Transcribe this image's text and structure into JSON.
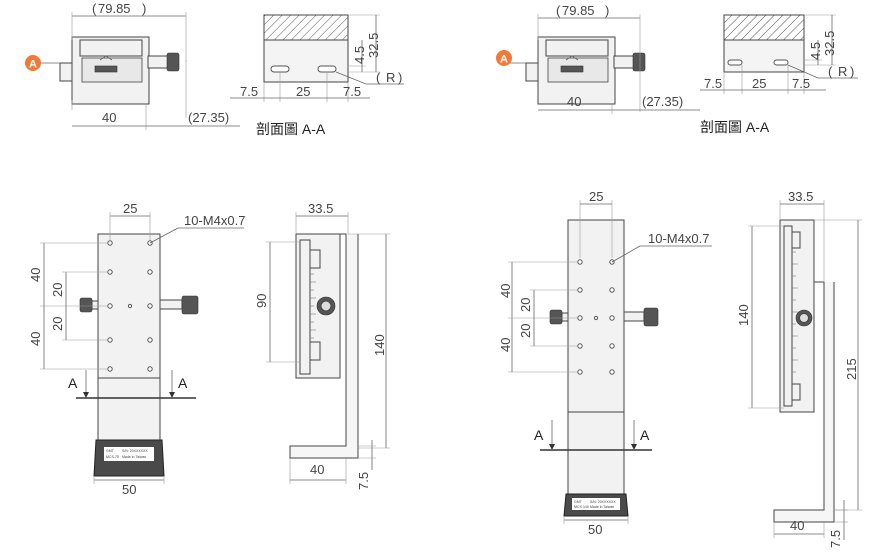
{
  "section_label": "剖面圖 A-A",
  "marker_label": "A",
  "accent_color": "#f07a3a",
  "dims": {
    "len_79_85": "79.85",
    "len_40": "40",
    "len_27_35": "(27.35)",
    "len_32_5": "32.5",
    "len_4_5": "4.5",
    "len_7_5": "7.5",
    "len_25": "25",
    "radius_r": "R",
    "len_33_5": "33.5",
    "len_90": "90",
    "len_140": "140",
    "len_215": "215",
    "len_50": "50",
    "len_20": "20"
  },
  "thread_callout": "10-M4x0.7",
  "section_cut_label": "A",
  "models": {
    "left": "MCS-75",
    "right": "MCS-140"
  },
  "label_plate": {
    "brand": "GMT",
    "serial": "S/N: 20XXXXXX",
    "made_in": "Made in Taiwan"
  }
}
